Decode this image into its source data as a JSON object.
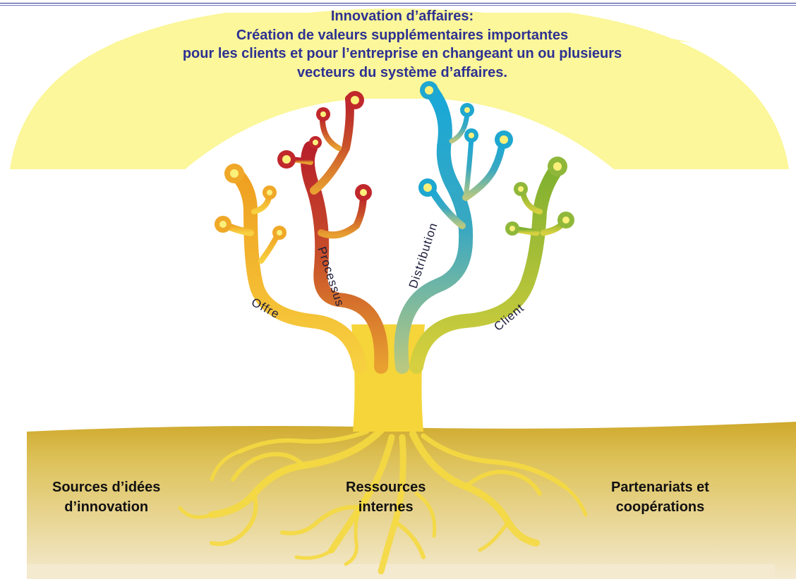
{
  "header": {
    "line1": "Innovation d’affaires:",
    "line2": "Création de valeurs supplémentaires importantes",
    "line3": "pour les clients et pour l’entreprise en changeant un ou plusieurs",
    "line4": "vecteurs du système d’affaires."
  },
  "branches": {
    "offre": "Offre",
    "processus": "Processus",
    "distribution": "Distribution",
    "client": "Client"
  },
  "roots": {
    "left_line1": "Sources d’idées",
    "left_line2": "d’innovation",
    "center_line1": "Ressources",
    "center_line2": "internes",
    "right_line1": "Partenariats et",
    "right_line2": "coopérations"
  },
  "colors": {
    "header_text": "#2e3192",
    "sky": "#fbf79a",
    "soil_top": "#d6b43a",
    "soil_bottom": "#f2e6c4",
    "offre": "#f0a828",
    "processus": "#c0282c",
    "distribution": "#1ea7d0",
    "client": "#8fb83a",
    "trunk": "#f5d53a"
  }
}
